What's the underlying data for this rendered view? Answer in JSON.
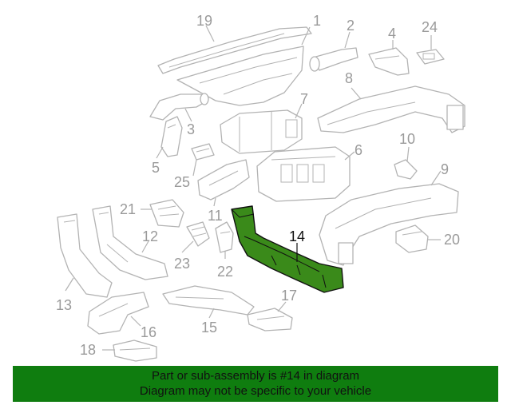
{
  "callouts": {
    "c1": "1",
    "c2": "2",
    "c3": "3",
    "c4": "4",
    "c5": "5",
    "c6": "6",
    "c7": "7",
    "c8": "8",
    "c9": "9",
    "c10": "10",
    "c11": "11",
    "c12": "12",
    "c13": "13",
    "c14": "14",
    "c15": "15",
    "c16": "16",
    "c17": "17",
    "c18": "18",
    "c19": "19",
    "c20": "20",
    "c21": "21",
    "c22": "22",
    "c23": "23",
    "c24": "24",
    "c25": "25"
  },
  "highlighted_part": "14",
  "colors": {
    "highlight_fill": "#3a8a1a",
    "banner_bg": "#0f7d0f",
    "line": "#b3b3b3"
  },
  "banner": {
    "line1": "Part or sub-assembly is #14 in diagram",
    "line2": "Diagram may not be specific to your vehicle"
  }
}
